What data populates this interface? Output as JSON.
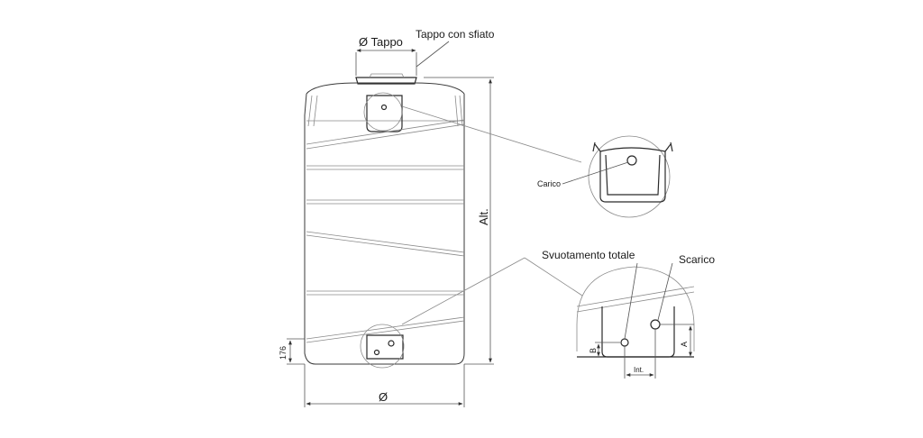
{
  "labels": {
    "cap_diameter": "Ø Tappo",
    "vented_cap": "Tappo con sfiato",
    "height": "Alt.",
    "diameter": "Ø",
    "bottom_offset": "176",
    "inlet": "Carico",
    "full_drain": "Svuotamento totale",
    "outlet": "Scarico",
    "dim_a": "A",
    "dim_b": "B",
    "interaxis": "Int."
  }
}
